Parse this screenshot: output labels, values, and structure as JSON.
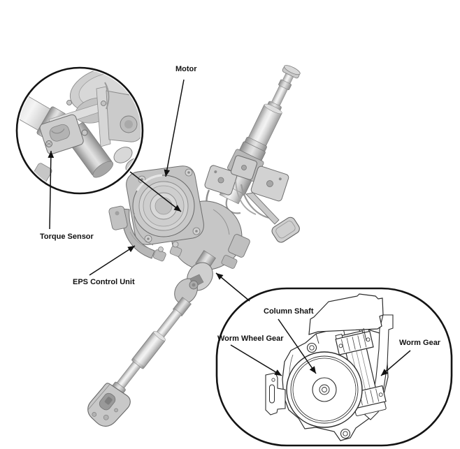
{
  "diagram": {
    "labels": {
      "motor": "Motor",
      "torque_sensor": "Torque Sensor",
      "eps_control_unit": "EPS Control Unit",
      "column_shaft": "Column Shaft",
      "worm_wheel_gear": "Worm Wheel Gear",
      "worm_gear": "Worm Gear"
    },
    "colors": {
      "background": "#ffffff",
      "line": "#141414",
      "part_light": "#d6d6d6",
      "part_mid": "#c4c4c4",
      "part_dark": "#9e9e9e"
    }
  }
}
